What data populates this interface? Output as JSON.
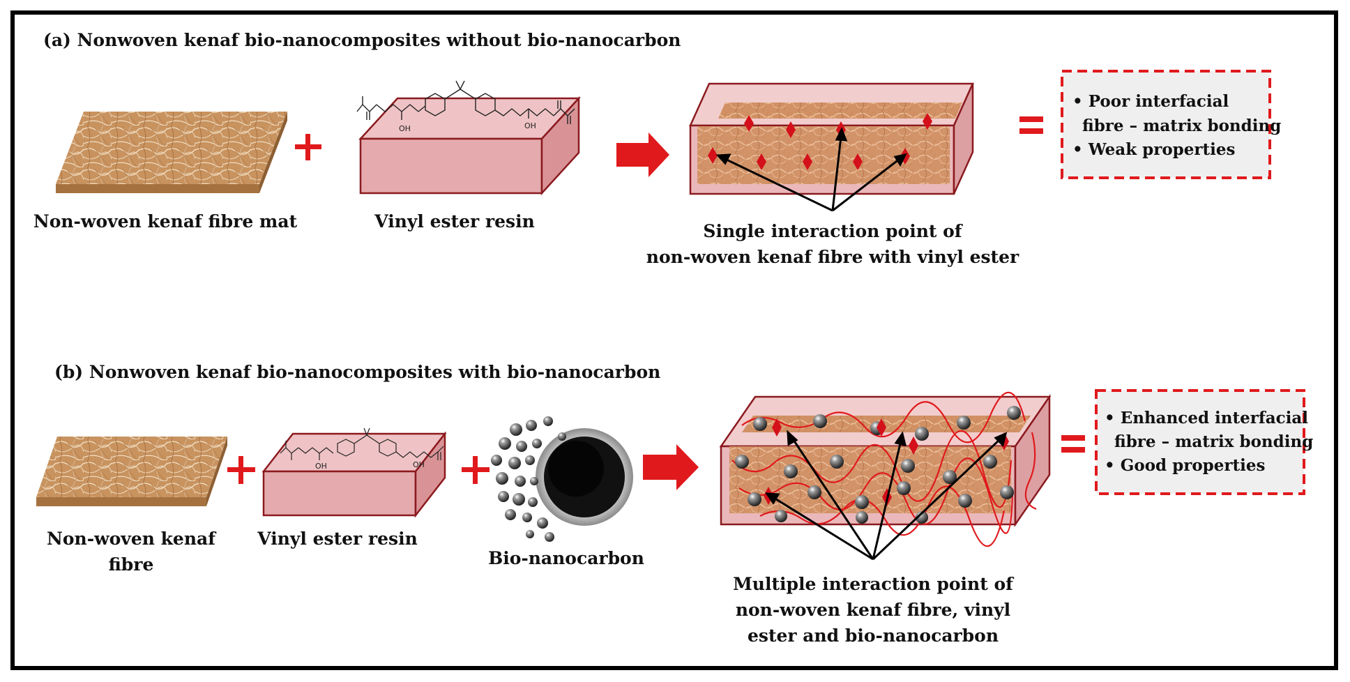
{
  "panel_a": {
    "title": "(a) Nonwoven kenaf bio-nanocomposites without bio-nanocarbon",
    "mat_label": "Non-woven kenaf fibre mat",
    "resin_label": "Vinyl ester resin",
    "result_label_line1": "Single interaction point of",
    "result_label_line2": "non-woven kenaf fibre with vinyl ester",
    "outcome_line1": "• Poor interfacial",
    "outcome_line2": "fibre – matrix bonding",
    "outcome_line3": "• Weak properties",
    "oh1": "OH",
    "oh2": "OH"
  },
  "panel_b": {
    "title": "(b) Nonwoven kenaf bio-nanocomposites with bio-nanocarbon",
    "mat_label_line1": "Non-woven kenaf",
    "mat_label_line2": "fibre",
    "resin_label": "Vinyl ester resin",
    "carbon_label": "Bio-nanocarbon",
    "result_label_line1": "Multiple interaction point of",
    "result_label_line2": "non-woven kenaf fibre, vinyl",
    "result_label_line3": "ester and bio-nanocarbon",
    "outcome_line1": "• Enhanced interfacial",
    "outcome_line2": "fibre – matrix bonding",
    "outcome_line3": "• Good properties",
    "oh1": "OH",
    "oh2": "OH"
  },
  "colors": {
    "accent_red": "#e0191c",
    "resin_fill": "#e8b4b6",
    "resin_stroke": "#8b1a1f",
    "kenaf": "#c9976a",
    "outcome_bg": "#efefef"
  }
}
